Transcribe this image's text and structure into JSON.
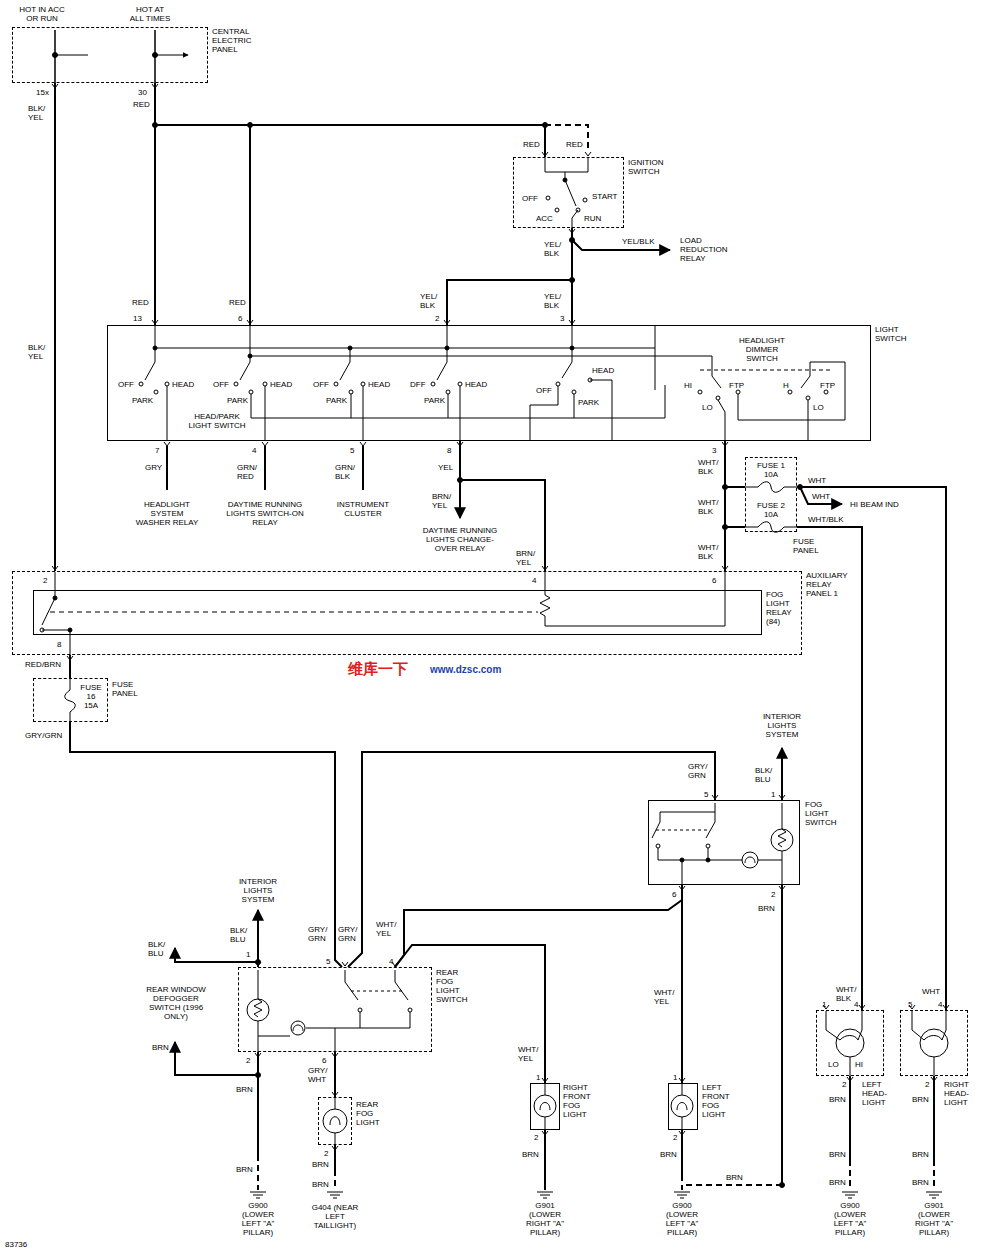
{
  "diagram": {
    "nodes": [
      {
        "text": [
          "HOT IN ACC OR RUN",
          "HOT AT ALL TIMES",
          "CENTRAL ELECTRIC PANEL"
        ]
      },
      {
        "text": [
          "IGNITION SWITCH"
        ]
      },
      {
        "text": [
          "LIGHT SWITCH"
        ]
      },
      {
        "text": [
          "FUSE 1 10A",
          "FUSE 2 10A",
          "FUSE PANEL"
        ]
      },
      {
        "text": [
          "AUXILIARY RELAY PANEL 1"
        ]
      },
      {
        "text": [
          "FOG LIGHT RELAY (84)"
        ],
        "in": 4
      },
      {
        "text": [
          "FUSE 16 15A",
          "FUSE PANEL"
        ]
      },
      {
        "text": [
          "FOG LIGHT SWITCH"
        ]
      },
      {
        "text": [
          "REAR FOG LIGHT SWITCH"
        ]
      },
      {
        "text": [
          "REAR FOG LIGHT"
        ]
      },
      {
        "text": [
          "RIGHT FRONT FOG LIGHT"
        ]
      },
      {
        "text": [
          "LEFT FRONT FOG LIGHT"
        ]
      },
      {
        "text": [
          "LEFT HEAD-LIGHT"
        ]
      },
      {
        "text": [
          "RIGHT HEAD-LIGHT"
        ]
      }
    ],
    "edges": [
      {
        "from": 0,
        "to": 4,
        "arrow": "none"
      },
      {
        "from": 0,
        "to": 1,
        "arrow": "none"
      },
      {
        "from": 0,
        "to": 2,
        "arrow": "none"
      },
      {
        "from": 0,
        "to": 2,
        "arrow": "none"
      },
      {
        "from": 1,
        "to": 2,
        "arrow": "none"
      },
      {
        "from": 1,
        "to": 2,
        "arrow": "none"
      },
      {
        "from": 2,
        "to": 3,
        "arrow": "none"
      },
      {
        "from": 3,
        "to": 12,
        "arrow": "none"
      },
      {
        "from": 3,
        "to": 13,
        "arrow": "none"
      },
      {
        "from": 2,
        "to": 4,
        "arrow": "none"
      },
      {
        "from": 2,
        "to": 4,
        "arrow": "none"
      },
      {
        "from": 4,
        "to": 6,
        "arrow": "none"
      },
      {
        "from": 6,
        "to": 8,
        "arrow": "none"
      },
      {
        "from": 8,
        "to": 7,
        "arrow": "none"
      },
      {
        "from": 7,
        "to": 8,
        "arrow": "none"
      },
      {
        "from": 7,
        "to": 11,
        "arrow": "none"
      },
      {
        "from": 8,
        "to": 10,
        "arrow": "none"
      },
      {
        "from": 8,
        "to": 9,
        "arrow": "none"
      }
    ],
    "labels": [
      "15x",
      "30",
      "BLK/ YEL",
      "RED",
      "RED",
      "RED",
      "OFF",
      "START",
      "ACC",
      "RUN",
      "YEL/ BLK",
      "YEL/BLK",
      "LOAD REDUCTION RELAY",
      "BLK/ YEL",
      "RED",
      "RED",
      "YEL/ BLK",
      "YEL/ BLK",
      "13",
      "6",
      "2",
      "3",
      "HEADLIGHT DIMMER SWITCH",
      "OFF",
      "PARK",
      "HEAD",
      "OFF",
      "PARK",
      "HEAD",
      "OFF",
      "PARK",
      "HEAD",
      "DFF",
      "PARK",
      "HEAD",
      "OFF",
      "PARK",
      "HEAD",
      "HI",
      "LO",
      "FTP",
      "H",
      "FTP",
      "LO",
      "HEAD/PARK LIGHT SWITCH",
      "7",
      "4",
      "5",
      "8",
      "3",
      "GRY",
      "GRN/ RED",
      "GRN/ BLK",
      "YEL",
      "WHT/ BLK",
      "HEADLIGHT SYSTEM WASHER RELAY",
      "DAYTIME RUNNING LIGHTS SWITCH-ON RELAY",
      "INSTRUMENT CLUSTER",
      "BRN/ YEL",
      "DAYTIME RUNNING LIGHTS CHANGE-OVER RELAY",
      "WHT/ BLK",
      "WHT/ BLK",
      "WHT",
      "WHT",
      "HI BEAM IND",
      "WHT/BLK",
      "BRN/ YEL",
      "2",
      "4",
      "6",
      "8",
      "RED/BRN",
      "GRY/GRN",
      "INTERIOR LIGHTS SYSTEM",
      "BLK/ BLU",
      "GRY/ GRN",
      "5",
      "1",
      "6",
      "2",
      "BRN",
      "INTERIOR LIGHTS SYSTEM",
      "BLK/ BLU",
      "BLK/ BLU",
      "REAR WINDOW DEFOGGER SWITCH (1996 ONLY)",
      "BRN",
      "GRY/ GRN",
      "GRY/ GRN",
      "WHT/ YEL",
      "1",
      "5",
      "4",
      "2",
      "6",
      "BRN",
      "GRY/ WHT",
      "2",
      "BRN",
      "BRN",
      "G404 (NEAR LEFT TAILLIGHT)",
      "BRN",
      "G900 (LOWER LEFT \"A\" PILLAR)",
      "WHT/ YEL",
      "1",
      "2",
      "BRN",
      "G901 (LOWER RIGHT \"A\" PILLAR)",
      "WHT/ YEL",
      "1",
      "2",
      "BRN",
      "BRN",
      "G900 (LOWER LEFT \"A\" PILLAR)",
      "WHT/ BLK",
      "1",
      "4",
      "LO",
      "HI",
      "2",
      "BRN",
      "BRN",
      "BRN",
      "G900 (LOWER LEFT \"A\" PILLAR)",
      "WHT",
      "5",
      "4",
      "2",
      "BRN",
      "BRN",
      "BRN",
      "G901 (LOWER RIGHT \"A\" PILLAR)",
      "83736",
      "维库一下",
      "www.dzsc.com"
    ]
  }
}
